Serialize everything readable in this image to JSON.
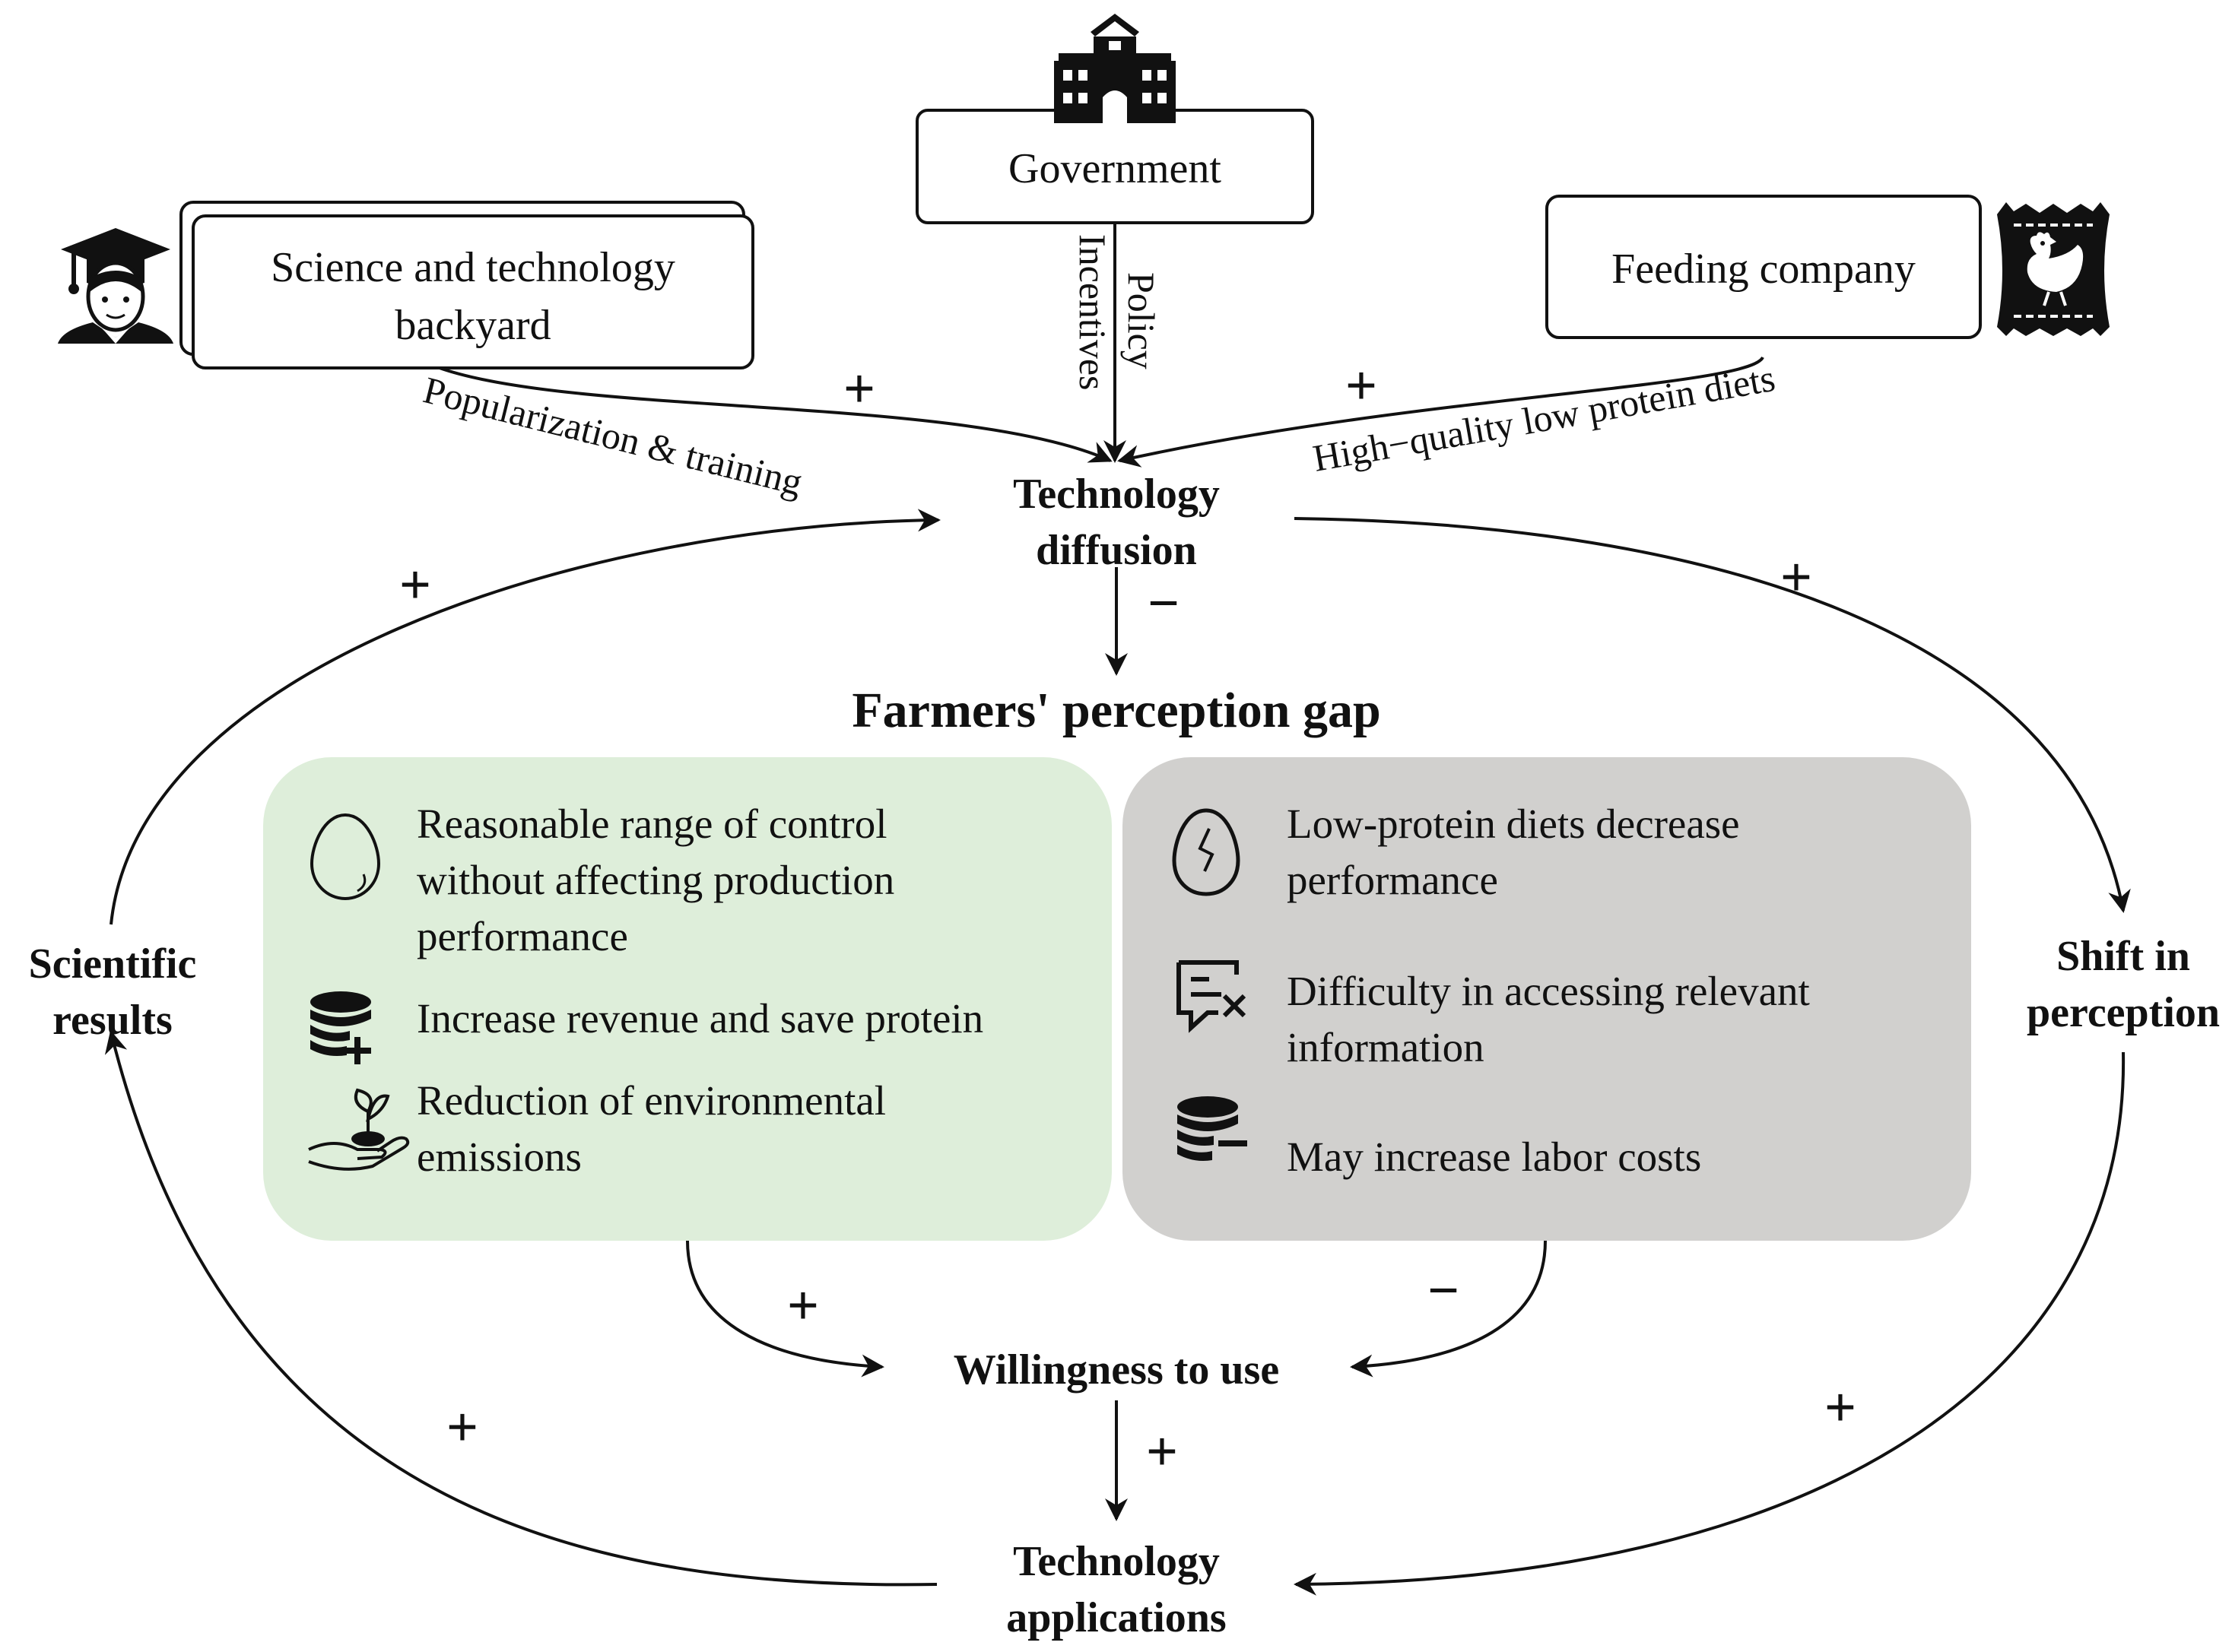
{
  "nodes": {
    "government": "Government",
    "science_line1": "Science and technology",
    "science_line2": "backyard",
    "feeding": "Feeding company",
    "tech_diffusion_line1": "Technology",
    "tech_diffusion_line2": "diffusion",
    "perception_gap": "Farmers' perception gap",
    "willingness": "Willingness to use",
    "tech_app_line1": "Technology",
    "tech_app_line2": "applications",
    "scientific_line1": "Scientific",
    "scientific_line2": "results",
    "shift_line1": "Shift in",
    "shift_line2": "perception"
  },
  "edge_labels": {
    "incentives": "Incentives",
    "policy": "Policy",
    "popularization": "Popularization & training",
    "high_quality": "High−quality low protein diets"
  },
  "signs": {
    "plus": "+",
    "minus": "−"
  },
  "positive_panel": {
    "color": "#deeeda",
    "items": [
      {
        "icon": "egg-icon",
        "lines": [
          "Reasonable range of control",
          "without affecting production",
          "performance"
        ]
      },
      {
        "icon": "coin-plus-icon",
        "lines": [
          "Increase revenue and save protein"
        ]
      },
      {
        "icon": "plant-hand-icon",
        "lines": [
          "Reduction of environmental",
          "emissions"
        ]
      }
    ]
  },
  "negative_panel": {
    "color": "#d1d0ce",
    "items": [
      {
        "icon": "cracked-egg-icon",
        "lines": [
          "Low-protein diets decrease",
          "performance"
        ]
      },
      {
        "icon": "message-x-icon",
        "lines": [
          "Difficulty in accessing relevant",
          "information"
        ]
      },
      {
        "icon": "coin-minus-icon",
        "lines": [
          "May increase labor costs"
        ]
      }
    ]
  },
  "icons": {
    "scientist": "scientist-icon",
    "government": "government-building-icon",
    "feed": "feed-bag-chicken-icon"
  }
}
